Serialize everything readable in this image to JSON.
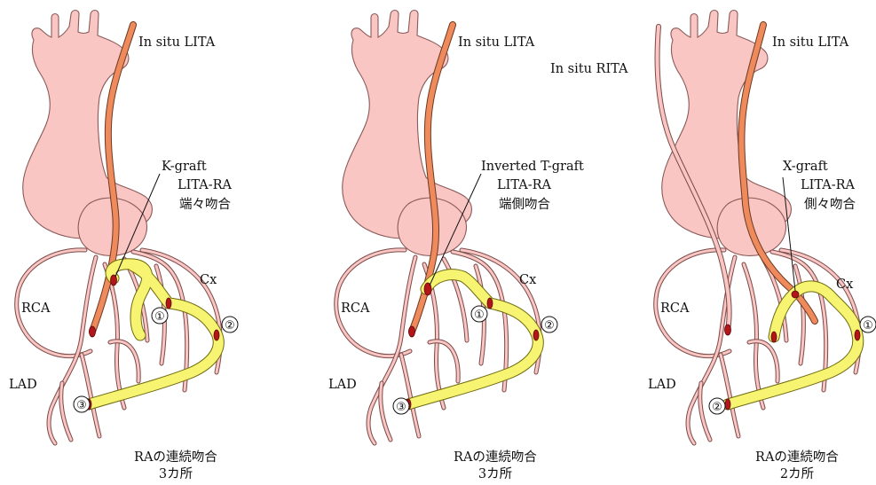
{
  "panels": [
    {
      "lita_label": "In situ LITA",
      "rita_label": "",
      "graft_name": "K-graft",
      "graft_vessels": "LITA-RA",
      "graft_method": "端々吻合",
      "rca_label": "RCA",
      "cx_label": "Cx",
      "lad_label": "LAD",
      "numbers": [
        "①",
        "②",
        "③"
      ],
      "caption_line1": "RAの連続吻合",
      "caption_line2": "3カ所"
    },
    {
      "lita_label": "In situ LITA",
      "rita_label": "",
      "graft_name": "Inverted T-graft",
      "graft_vessels": "LITA-RA",
      "graft_method": "端側吻合",
      "rca_label": "RCA",
      "cx_label": "Cx",
      "lad_label": "LAD",
      "numbers": [
        "①",
        "②",
        "③"
      ],
      "caption_line1": "RAの連続吻合",
      "caption_line2": "3カ所"
    },
    {
      "lita_label": "In situ LITA",
      "rita_label": "In situ RITA",
      "graft_name": "X-graft",
      "graft_vessels": "LITA-RA",
      "graft_method": "側々吻合",
      "rca_label": "RCA",
      "cx_label": "Cx",
      "lad_label": "LAD",
      "numbers": [
        "①",
        "②"
      ],
      "caption_line1": "RAの連続吻合",
      "caption_line2": "2カ所"
    }
  ],
  "colors": {
    "heart_fill": "#f9c6c3",
    "outline": "#8a5a58",
    "lita": "#ee8a5c",
    "radial_artery": "#f7f472",
    "anastomosis": "#b3151b"
  }
}
